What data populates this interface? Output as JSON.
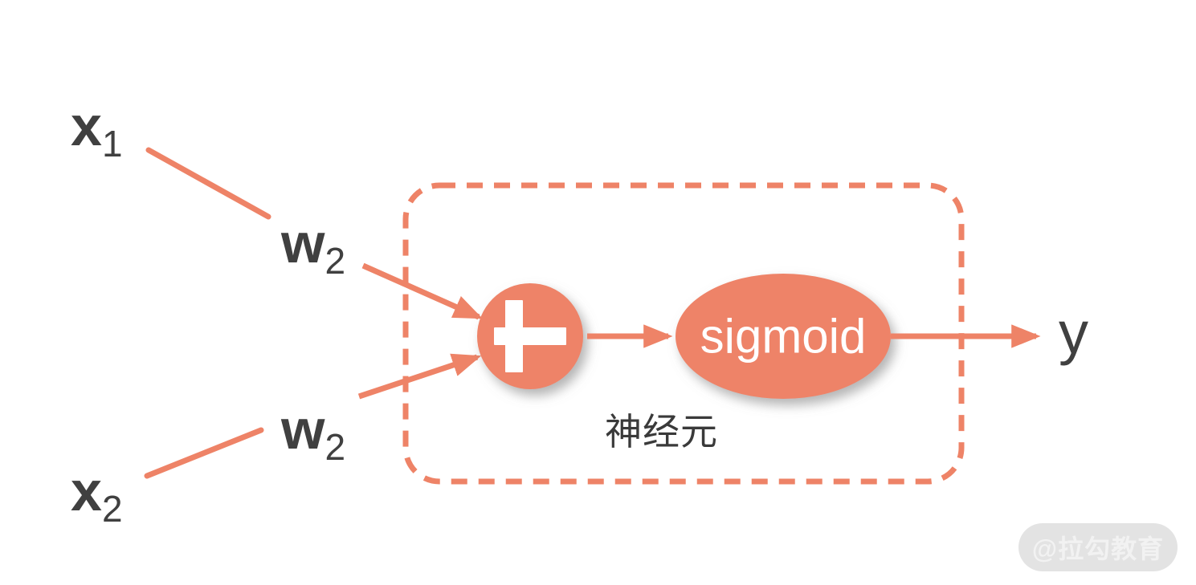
{
  "diagram": {
    "title": "neuron-diagram",
    "colors": {
      "accent": "#ee8367",
      "text_dark": "#404040",
      "node_text": "#ffffff",
      "watermark_pill": "#e3e3e3",
      "watermark_text": "#f2f2f2",
      "background": "#ffffff"
    },
    "inputs": [
      {
        "id": "x1",
        "base": "x",
        "sub": "1"
      },
      {
        "id": "x2",
        "base": "x",
        "sub": "2"
      }
    ],
    "weights": [
      {
        "id": "w_top",
        "base": "w",
        "sub": "2"
      },
      {
        "id": "w_bottom",
        "base": "w",
        "sub": "2"
      }
    ],
    "nodes": {
      "summation": {
        "glyph": "+",
        "shape": "circle"
      },
      "activation": {
        "label": "sigmoid",
        "shape": "ellipse"
      }
    },
    "boundary": {
      "label": "神经元",
      "style": "dashed-rounded-rectangle"
    },
    "output": {
      "id": "y",
      "base": "y"
    },
    "watermark": {
      "text": "@拉勾教育"
    }
  }
}
